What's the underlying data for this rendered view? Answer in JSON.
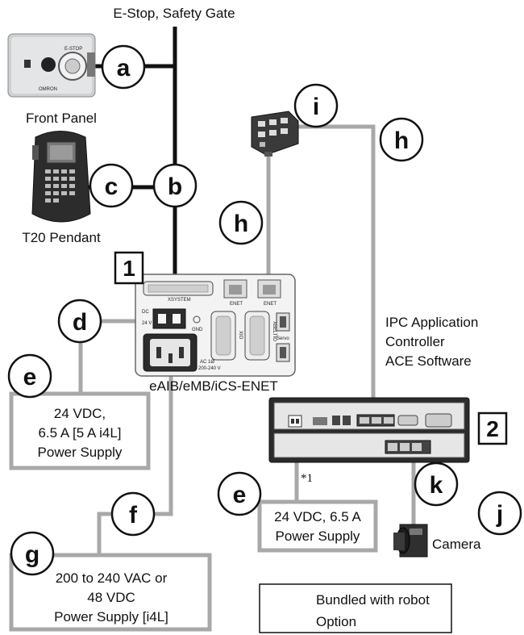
{
  "labels": {
    "estop": "E-Stop, Safety Gate",
    "front_panel": "Front Panel",
    "t20": "T20 Pendant",
    "amp_module": "eAIB/eMB/iCS-ENET",
    "ipc_line1": "IPC Application",
    "ipc_line2": "Controller",
    "ipc_line3": "ACE Software",
    "camera": "Camera",
    "note": "*1"
  },
  "callouts": {
    "a": "a",
    "b": "b",
    "c": "c",
    "d": "d",
    "e1": "e",
    "e2": "e",
    "f": "f",
    "g": "g",
    "h1": "h",
    "h2": "h",
    "i": "i",
    "j": "j",
    "k": "k"
  },
  "numbers": {
    "one": "1",
    "two": "2"
  },
  "boxes": {
    "psu24_line1": "24 VDC,",
    "psu24_line2": "6.5 A [5 A i4L]",
    "psu24_line3": "Power Supply",
    "psu_ipc_line1": "24 VDC, 6.5 A",
    "psu_ipc_line2": "Power Supply",
    "psu_ac_line1": "200 to 240 VAC  or",
    "psu_ac_line2": "48 VDC",
    "psu_ac_line3": "Power Supply [i4L]"
  },
  "panel_text": {
    "xsystem": "XSYSTEM",
    "enet1": "ENET",
    "enet2": "ENET",
    "dc": "DC",
    "v24": "24 V",
    "gnd": "GND",
    "xio": "XIO",
    "xbeltio": "XBELTIO",
    "servo": "Servo",
    "ac": "AC 1Ø",
    "ac_range": "200-240 V",
    "estop_text": "E-STOP",
    "omron": "OMRON"
  },
  "legend": {
    "bundled": "Bundled with robot",
    "option": "Option"
  },
  "colors": {
    "bundled_line": "#111111",
    "option_line": "#a8a8a8"
  }
}
